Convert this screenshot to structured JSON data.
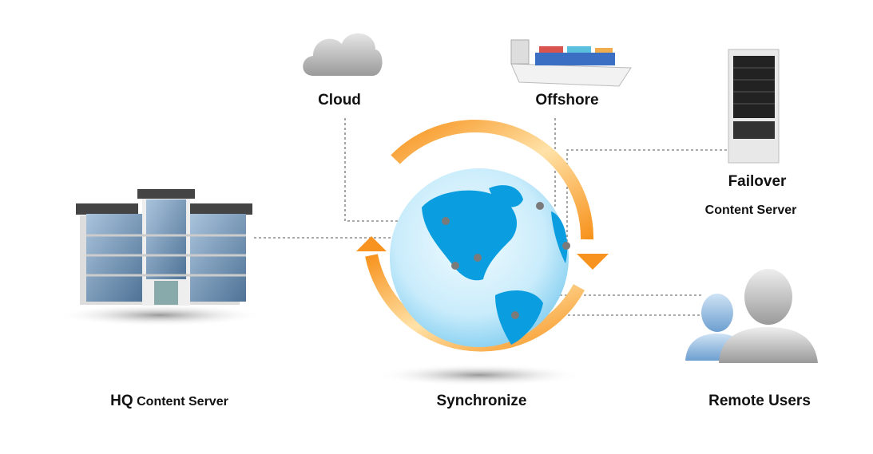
{
  "nodes": {
    "cloud": {
      "label": "Cloud"
    },
    "offshore": {
      "label": "Offshore"
    },
    "failover": {
      "label": "Failover",
      "sublabel": "Content Server"
    },
    "hq": {
      "prefix": "HQ",
      "label": "Content Server"
    },
    "center": {
      "label": "Synchronize"
    },
    "remote": {
      "label": "Remote Users"
    }
  },
  "colors": {
    "arrow": "#f7931e",
    "globe": "#0a9ee0",
    "dot": "#7a7a7a"
  }
}
